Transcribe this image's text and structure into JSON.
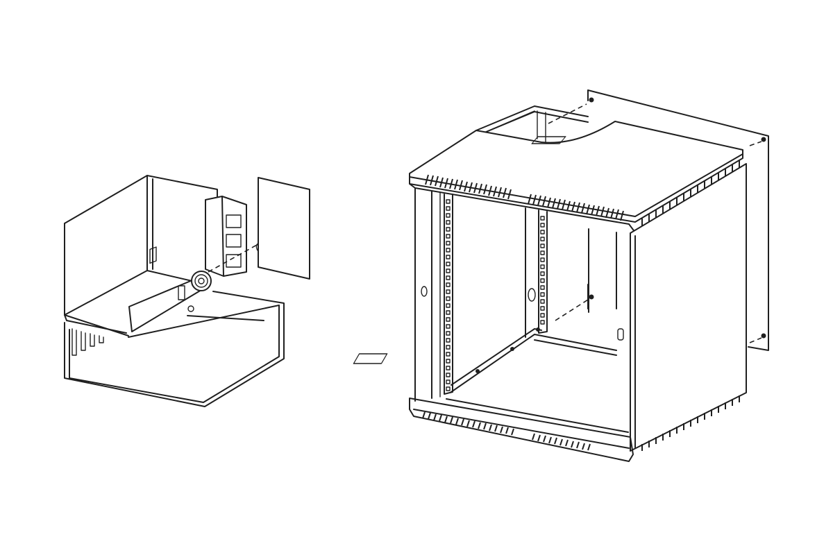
{
  "figure": {
    "background_color": "#ffffff",
    "line_color": "#1f1f1f",
    "views": [
      {
        "name": "bracket-detail-view",
        "parts": [
          "bracket-shelf",
          "mounting-bracket",
          "wall-plate",
          "wall-anchor-bolt",
          "bolt-nut"
        ]
      },
      {
        "name": "wall-cabinet-view",
        "parts": [
          "cabinet-top",
          "cabinet-side-panel",
          "mounting-rails",
          "cabinet-base",
          "wall-panel",
          "mounting-screws"
        ]
      }
    ]
  }
}
